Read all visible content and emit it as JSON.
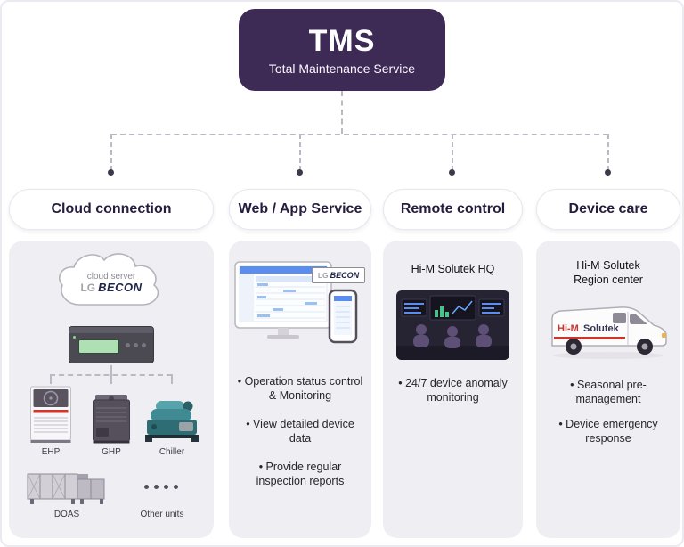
{
  "header": {
    "title": "TMS",
    "subtitle": "Total Maintenance Service"
  },
  "columns": {
    "cloud": {
      "title": "Cloud connection",
      "cloud_label": "cloud server",
      "logo_lg": "LG",
      "logo_becon": "BECON",
      "labels": {
        "ehp": "EHP",
        "ghp": "GHP",
        "chiller": "Chiller",
        "doas": "DOAS",
        "other": "Other units"
      }
    },
    "webapp": {
      "title": "Web / App Service",
      "badge_lg": "LG",
      "badge_becon": "BECON",
      "bullets": [
        "• Operation status control & Monitoring",
        "• View detailed device data",
        "• Provide regular inspection reports"
      ]
    },
    "remote": {
      "title": "Remote control",
      "heading": "Hi-M Solutek HQ",
      "bullets": [
        "• 24/7 device anomaly monitoring"
      ]
    },
    "care": {
      "title": "Device care",
      "heading": "Hi-M Solutek Region center",
      "van_brand_1": "Hi-M",
      "van_brand_2": "Solutek",
      "bullets": [
        "• Seasonal pre-management",
        "• Device emergency response"
      ]
    }
  },
  "colors": {
    "accent": "#3d2a55",
    "panel_bg": "#efeef2",
    "connector": "#bcb9c2",
    "brand_red": "#c8372e",
    "chiller_teal": "#3f8a93"
  }
}
